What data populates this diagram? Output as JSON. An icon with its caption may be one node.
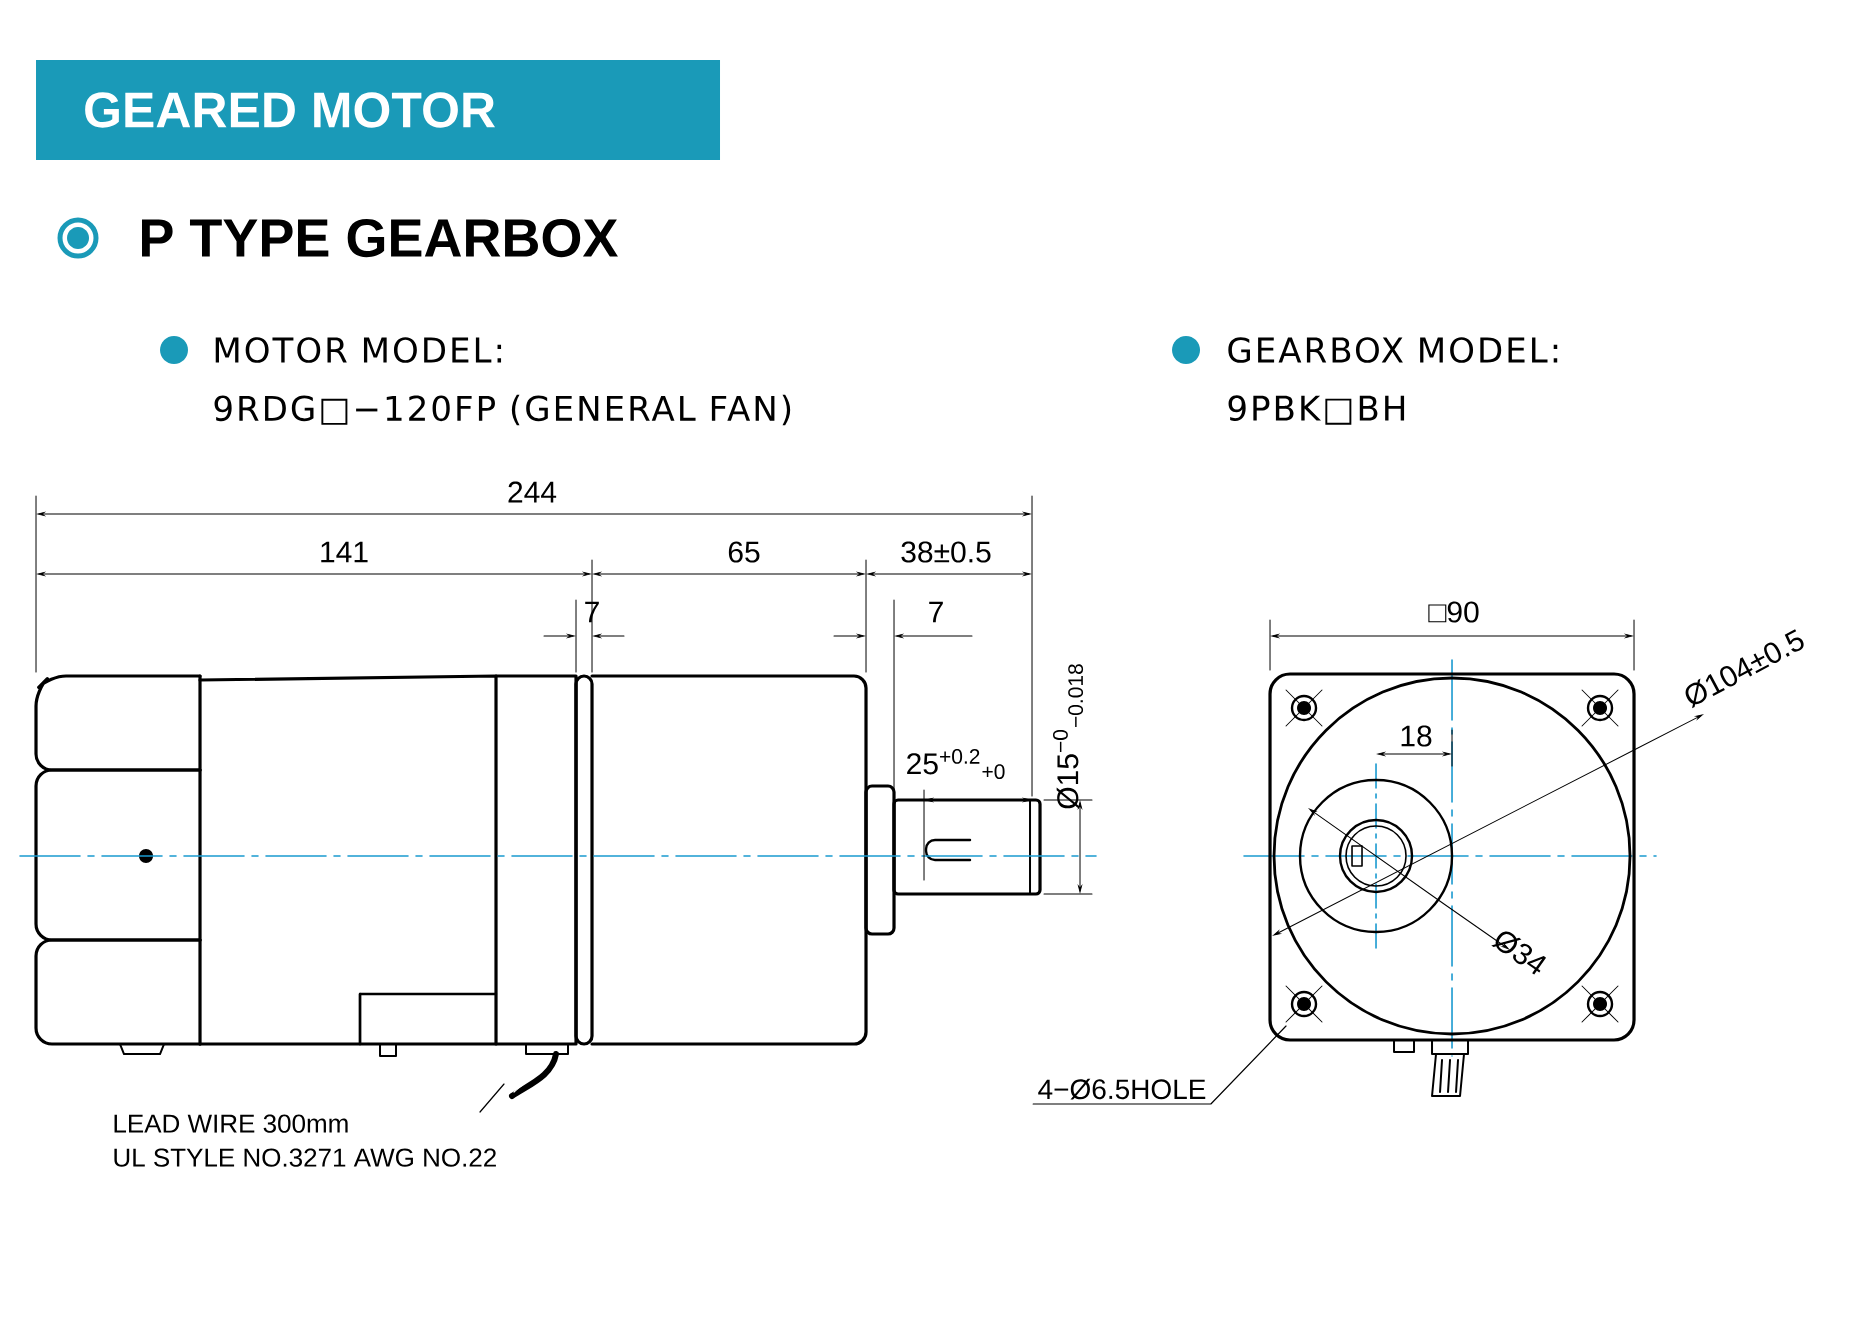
{
  "diagram": {
    "title": "GEARED MOTOR",
    "nodes": [
      {
        "text": [
          "LEAD WIRE 300mm",
          "UL STYLE NO.3271 AWG NO.22"
        ]
      },
      {
        "text": [
          "4−Ø6.5HOLE"
        ]
      }
    ],
    "edges": [
      {
        "from": 0,
        "to": null,
        "arrow": "none"
      },
      {
        "from": 1,
        "to": null,
        "arrow": "none"
      }
    ],
    "labels": [
      "P TYPE GEARBOX",
      "MOTOR MODEL:",
      "9RDG□−120FP (GENERAL FAN)",
      "GEARBOX MODEL:",
      "9PBK□BH",
      "244",
      "141",
      "65",
      "38±0.5",
      "7",
      "7",
      "□90",
      "25$^{+0.2}$$_{+0}$",
      "Ø15$^{−0}$$_{−0.018}$",
      "18",
      "Ø104±0.5",
      "Ø34"
    ]
  }
}
